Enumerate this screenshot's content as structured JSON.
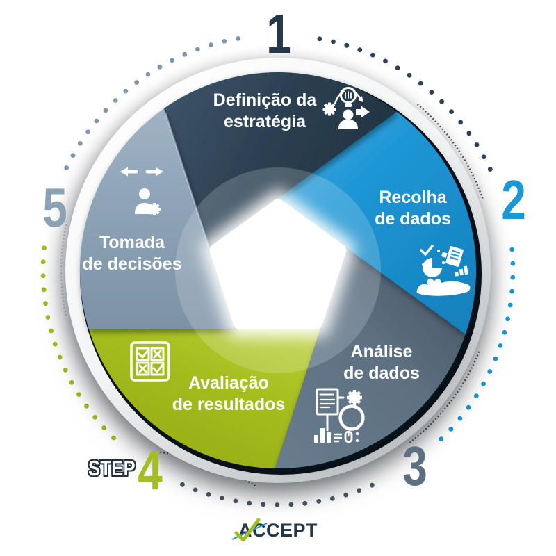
{
  "diagram": {
    "type": "process-cycle",
    "step_prefix": "STEP",
    "segments": [
      {
        "id": "estrategia",
        "number": "1",
        "label_line1": "Definição da",
        "label_line2": "estratégia",
        "color": "#2b3e50",
        "number_color": "#24384a",
        "dot_color": "#2e4254",
        "icon": "strategy-icon"
      },
      {
        "id": "recolha",
        "number": "2",
        "label_line1": "Recolha",
        "label_line2": "de dados",
        "color": "#1d96d4",
        "number_color": "#1d96d4",
        "dot_color": "#1d96d4",
        "icon": "data-collection-icon"
      },
      {
        "id": "analise",
        "number": "3",
        "label_line1": "Análise",
        "label_line2": "de dados",
        "color": "#5d7081",
        "number_color": "#5d7081",
        "dot_color": "#46586a",
        "icon": "data-analysis-icon"
      },
      {
        "id": "avaliacao",
        "number": "4",
        "label_line1": "Avaliação",
        "label_line2": "de resultados",
        "color": "#a4be20",
        "number_color": "#a4be20",
        "dot_color": "#a2ba1b",
        "icon": "evaluation-icon"
      },
      {
        "id": "tomada",
        "number": "5",
        "label_line1": "Tomada",
        "label_line2": "de decisões",
        "color": "#8ba1b4",
        "number_color": "#8ba1b4",
        "dot_color": "#7f96aa",
        "icon": "decision-icon"
      }
    ]
  },
  "logo": {
    "text": "ACCEPT",
    "text_color": "#243746",
    "check_color": "#a4be20",
    "line_color": "#1d96d4"
  }
}
